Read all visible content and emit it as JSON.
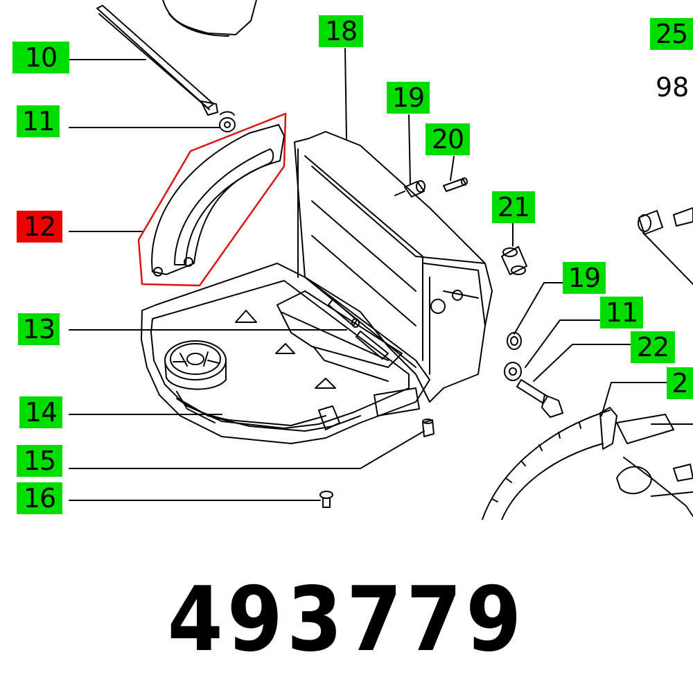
{
  "colors": {
    "label_green": "#00dd00",
    "label_highlight_red": "#ee0000",
    "outline_red": "#dd1111",
    "ink": "#000000"
  },
  "labels": {
    "l10": "10",
    "l11a": "11",
    "l12": "12",
    "l13": "13",
    "l14": "14",
    "l15": "15",
    "l16": "16",
    "l18": "18",
    "l19a": "19",
    "l20": "20",
    "l21": "21",
    "l19b": "19",
    "l11b": "11",
    "l22": "22",
    "l2x": "2",
    "l25": "25"
  },
  "side_text": "98",
  "part_number": "493779",
  "highlighted_label": "12"
}
